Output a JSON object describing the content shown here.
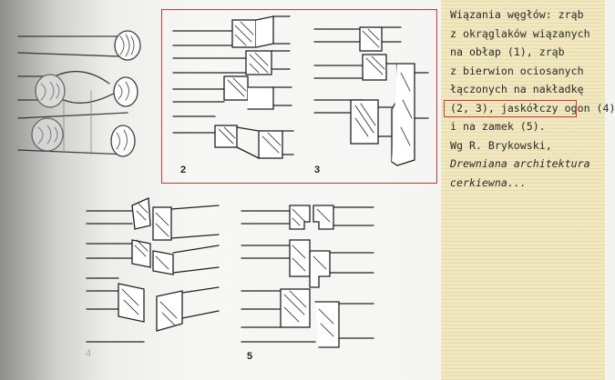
{
  "caption": {
    "lines": [
      "Wiązania węgłów: zrąb",
      "z okrąglaków wiązanych",
      "na obłap (1), zrąb",
      "z bierwion ociosanych",
      "łączonych na nakładkę",
      "(2, 3), jaskółczy ogon (4)",
      "i na zamek (5).",
      "Wg R. Brykowski,",
      "Drewniana architektura",
      "cerkiewna..."
    ]
  },
  "figures": {
    "label_2": "2",
    "label_3": "3",
    "label_4": "4",
    "label_5": "5"
  }
}
